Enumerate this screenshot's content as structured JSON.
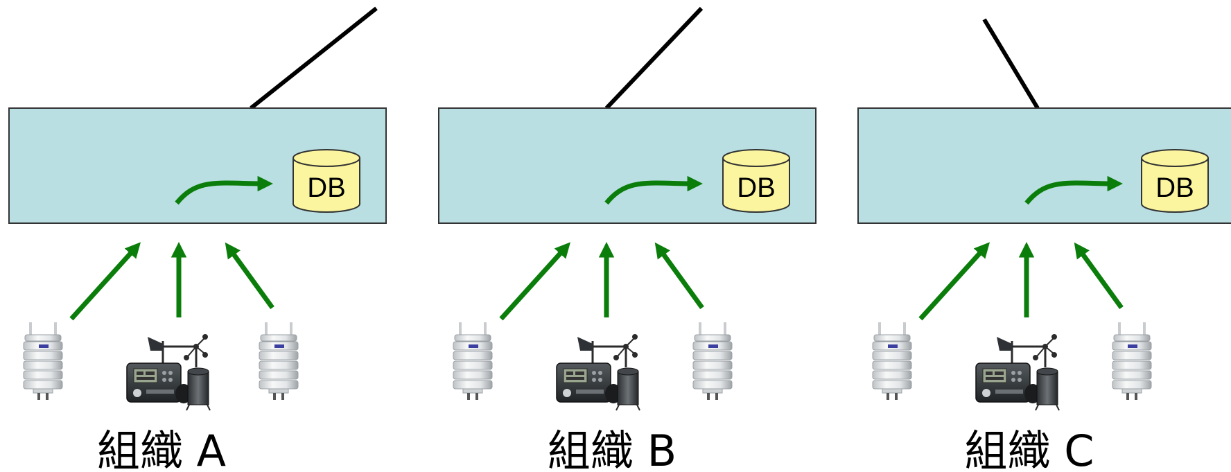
{
  "colors": {
    "background": "#ffffff",
    "server_box_fill": "#b9dfe2",
    "server_box_stroke": "#333333",
    "arrow": "#0a7d0a",
    "database_fill": "#fbf59f",
    "database_stroke": "#333333",
    "link_line": "#000000"
  },
  "organizations": [
    {
      "label": "組織 A",
      "database": {
        "label": "DB"
      },
      "sensors": [
        "temperature-humidity-sensor",
        "weather-station",
        "temperature-humidity-sensor"
      ]
    },
    {
      "label": "組織 B",
      "database": {
        "label": "DB"
      },
      "sensors": [
        "temperature-humidity-sensor",
        "weather-station",
        "temperature-humidity-sensor"
      ]
    },
    {
      "label": "組織 C",
      "database": {
        "label": "DB"
      },
      "sensors": [
        "temperature-humidity-sensor",
        "weather-station",
        "temperature-humidity-sensor"
      ]
    }
  ]
}
